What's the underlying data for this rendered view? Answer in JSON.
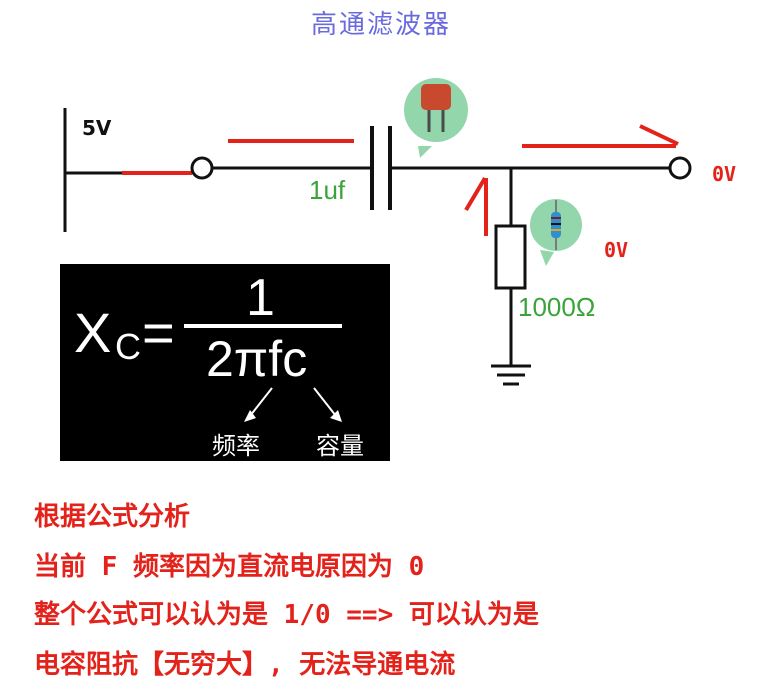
{
  "title": "高通滤波器",
  "labels": {
    "source_voltage": "5V",
    "capacitance": "1uf",
    "resistance": "1000Ω",
    "output_voltage": "0V",
    "node_voltage": "0V"
  },
  "formula": {
    "lhs": "X",
    "lhs_subscript": "C",
    "equals": "=",
    "numerator": "1",
    "denominator": "2πfc",
    "annotation_frequency": "频率",
    "annotation_capacitance": "容量"
  },
  "analysis": [
    "根据公式分析",
    "当前 F 频率因为直流电原因为 0",
    "整个公式可以认为是 1/0 ==> 可以认为是",
    "电容阻抗【无穷大】, 无法导通电流"
  ],
  "colors": {
    "title": "#6a6adf",
    "wire": "#111111",
    "arrow": "#e3231b",
    "value_label": "#3aa33a",
    "bubble": "#93d6ac"
  },
  "icons": {
    "capacitor_bubble": "capacitor-component-icon",
    "resistor_bubble": "resistor-component-icon"
  }
}
